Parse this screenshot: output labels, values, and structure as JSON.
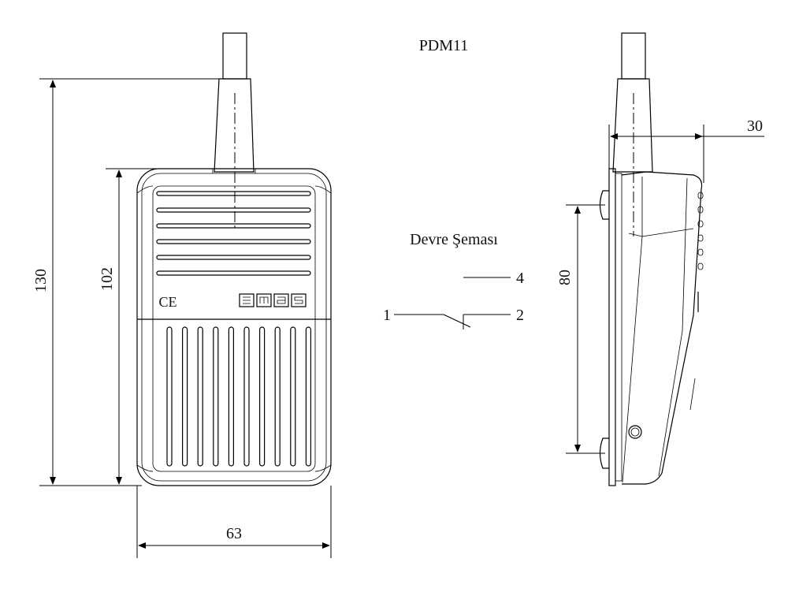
{
  "title": "PDM11",
  "circuit": {
    "heading": "Devre Şeması",
    "terminal_no": "4",
    "terminal_common": "1",
    "terminal_nc": "2"
  },
  "dimensions": {
    "total_height": "130",
    "body_height": "102",
    "width": "63",
    "side_depth": "30",
    "mounting_spacing": "80"
  },
  "markings": {
    "ce": "CE",
    "brand": "emas"
  }
}
